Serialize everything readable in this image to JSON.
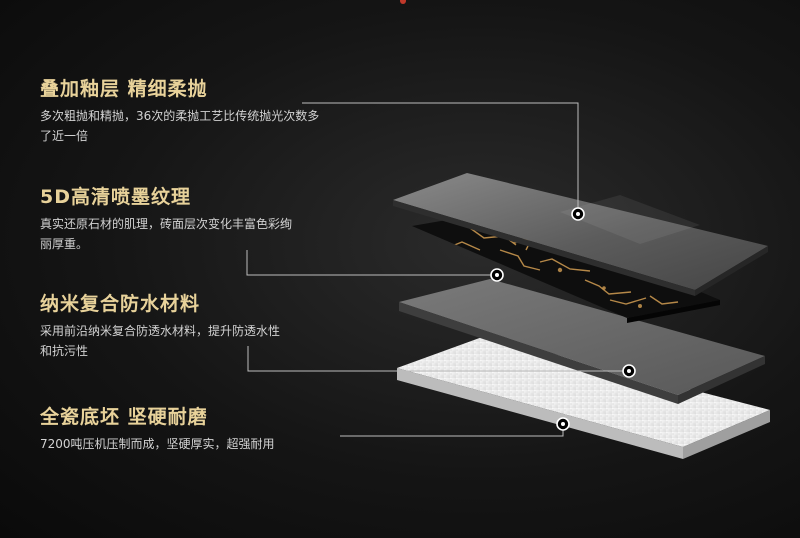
{
  "features": [
    {
      "title": "叠加釉层 精细柔抛",
      "desc": "多次粗抛和精抛，36次的柔抛工艺比传统抛光次数多了近一倍"
    },
    {
      "title": "5D高清喷墨纹理",
      "desc": "真实还原石材的肌理，砖面层次变化丰富色彩绚丽厚重。"
    },
    {
      "title": "纳米复合防水材料",
      "desc": "采用前沿纳米复合防透水材料，提升防透水性和抗污性"
    },
    {
      "title": "全瓷底坯 坚硬耐磨",
      "desc": "7200吨压机压制而成，坚硬厚实，超强耐用"
    }
  ],
  "colors": {
    "heading": "#e8d29a",
    "text": "#d2d2d2",
    "glaze_layer": "#6c6c6c",
    "ink_layer": "#0e0e0e",
    "vein_gold": "#c8964f",
    "waterproof_layer": "#6e6e6e",
    "body_layer": "#ececec",
    "leader_line": "#bdbdbd"
  }
}
